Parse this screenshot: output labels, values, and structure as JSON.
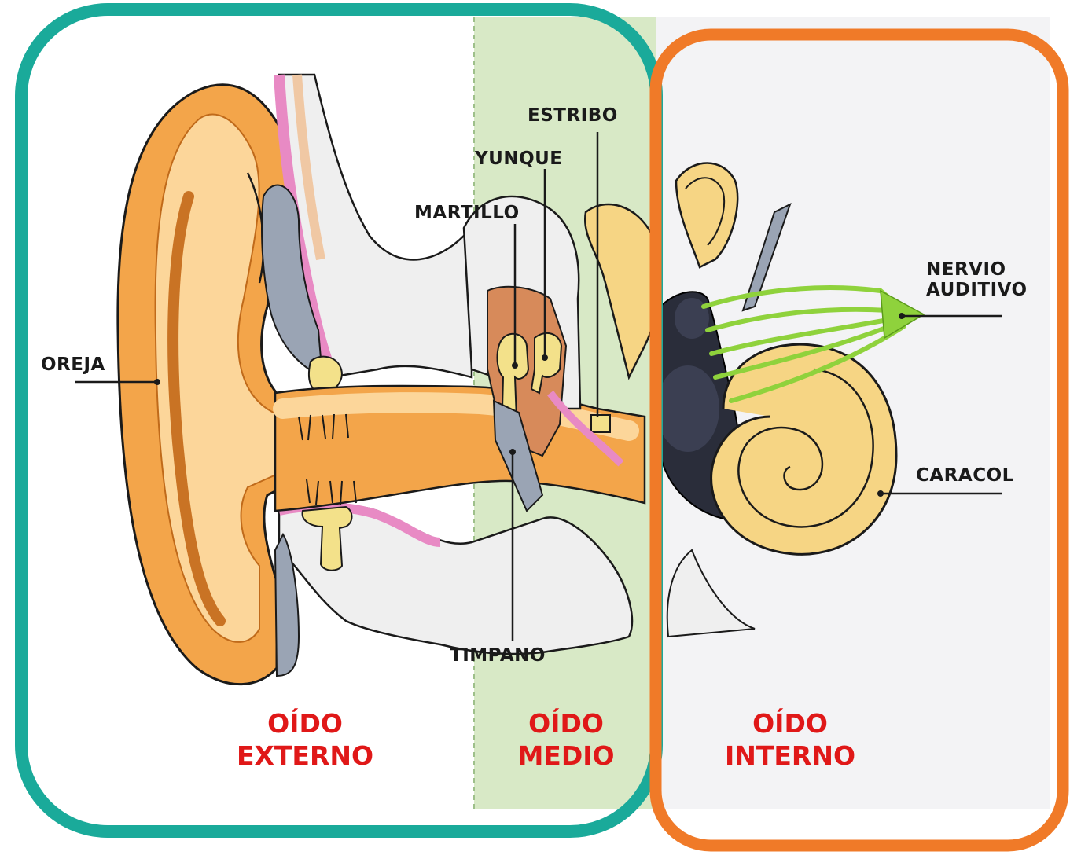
{
  "labels": {
    "oreja": "OREJA",
    "martillo": "MARTILLO",
    "yunque": "YUNQUE",
    "estribo": "ESTRIBO",
    "timpano": "TIMPANO",
    "nervio_line1": "NERVIO",
    "nervio_line2": "AUDITIVO",
    "caracol": "CARACOL"
  },
  "regions": {
    "externo": {
      "line1": "OÍDO",
      "line2": "EXTERNO"
    },
    "medio": {
      "line1": "OÍDO",
      "line2": "MEDIO"
    },
    "interno": {
      "line1": "OÍDO",
      "line2": "INTERNO"
    }
  },
  "colors": {
    "outer_frame": "#1aaa9a",
    "inner_frame": "#f07a28",
    "middle_band": "#d8e9c6",
    "inner_band": "#f3f3f5",
    "region_text": "#e01818",
    "skin": "#f3a54a",
    "skin_light": "#fcd69a",
    "pink": "#e88ac4",
    "bone": "#efefef",
    "cochlea": "#f6d584",
    "nerve": "#8fd23c",
    "vestibule": "#2a2d3a"
  }
}
